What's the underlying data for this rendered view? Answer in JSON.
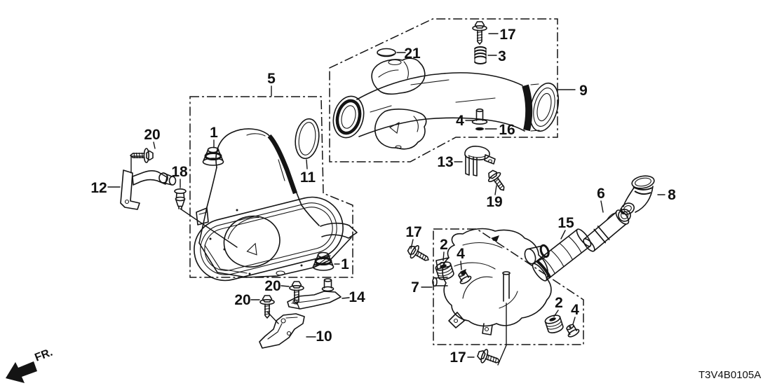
{
  "diagram": {
    "code": "T3V4B0105A",
    "fr_label": "FR.",
    "line_color": "#141414",
    "background": "#ffffff"
  },
  "callouts": [
    {
      "label": "5"
    },
    {
      "label": "17"
    },
    {
      "label": "3"
    },
    {
      "label": "21"
    },
    {
      "label": "9"
    },
    {
      "label": "4"
    },
    {
      "label": "16"
    },
    {
      "label": "20"
    },
    {
      "label": "1"
    },
    {
      "label": "11"
    },
    {
      "label": "18"
    },
    {
      "label": "12"
    },
    {
      "label": "13"
    },
    {
      "label": "19"
    },
    {
      "label": "6"
    },
    {
      "label": "8"
    },
    {
      "label": "15"
    },
    {
      "label": "17"
    },
    {
      "label": "2"
    },
    {
      "label": "4"
    },
    {
      "label": "7"
    },
    {
      "label": "1"
    },
    {
      "label": "20"
    },
    {
      "label": "14"
    },
    {
      "label": "20"
    },
    {
      "label": "10"
    },
    {
      "label": "2"
    },
    {
      "label": "4"
    },
    {
      "label": "17"
    }
  ]
}
